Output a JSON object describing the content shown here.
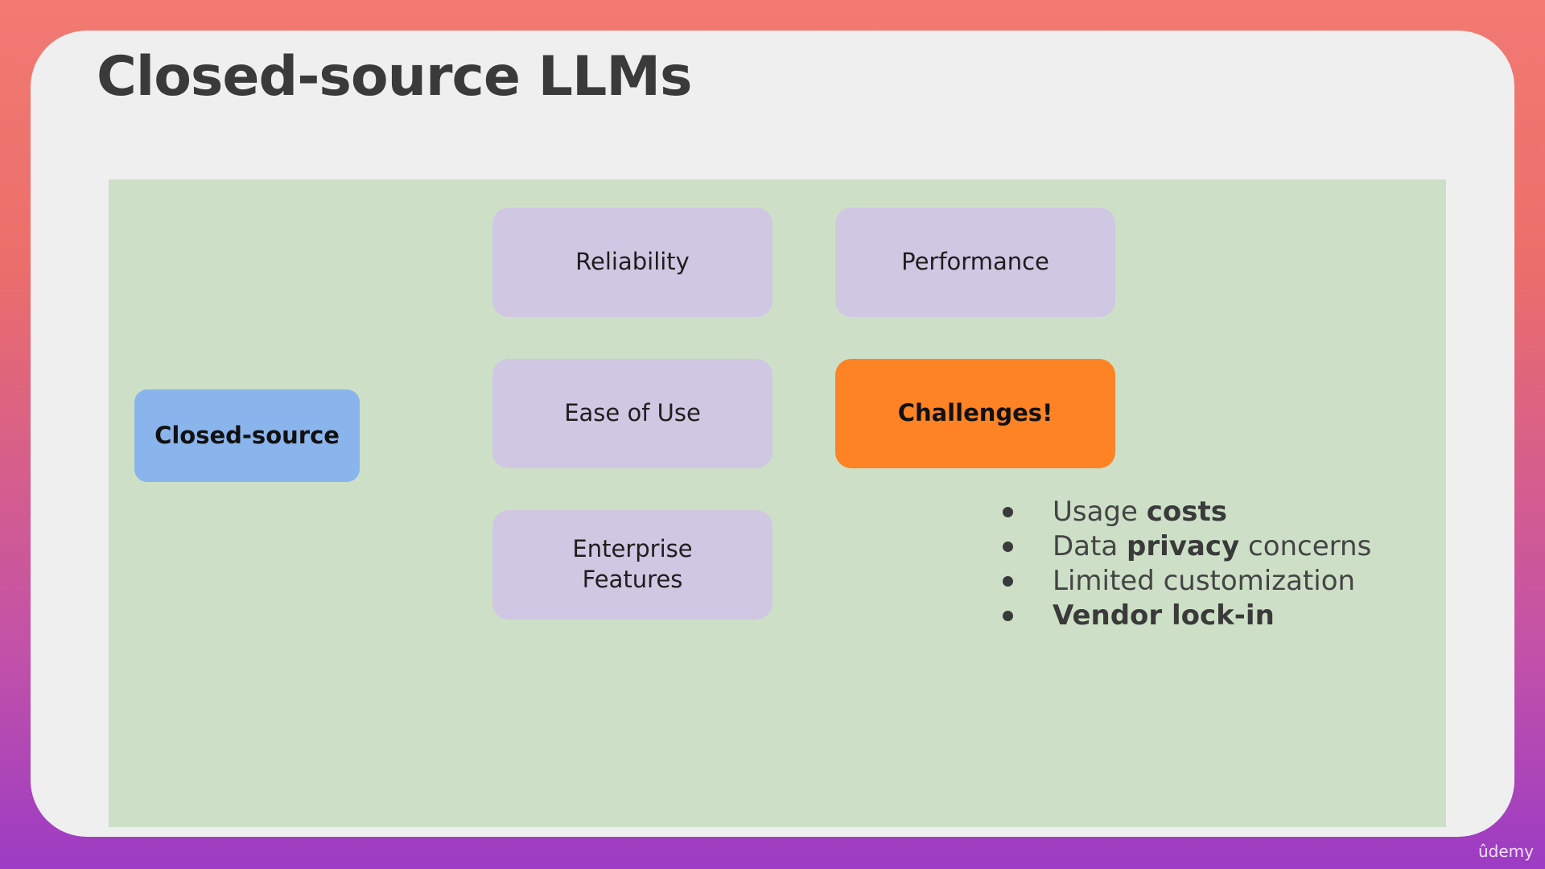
{
  "slide": {
    "title": "Closed-source LLMs"
  },
  "diagram": {
    "source_box": "Closed-source",
    "features": {
      "reliability": "Reliability",
      "performance": "Performance",
      "ease_of_use": "Ease of Use",
      "enterprise_line1": "Enterprise",
      "enterprise_line2": "Features"
    },
    "challenges_box": "Challenges!",
    "challenges": [
      {
        "pre": "Usage ",
        "strong": "costs",
        "post": ""
      },
      {
        "pre": "Data ",
        "strong": "privacy",
        "post": " concerns"
      },
      {
        "pre": "Limited customization",
        "strong": "",
        "post": ""
      },
      {
        "pre": "",
        "strong": "Vendor lock-in",
        "post": ""
      }
    ],
    "colors": {
      "source_box": "#8ab4ec",
      "feature_box": "#d0c7e2",
      "challenges_box": "#fd8324",
      "diagram_background": "#cde0c7"
    }
  },
  "watermark": "ûdemy"
}
